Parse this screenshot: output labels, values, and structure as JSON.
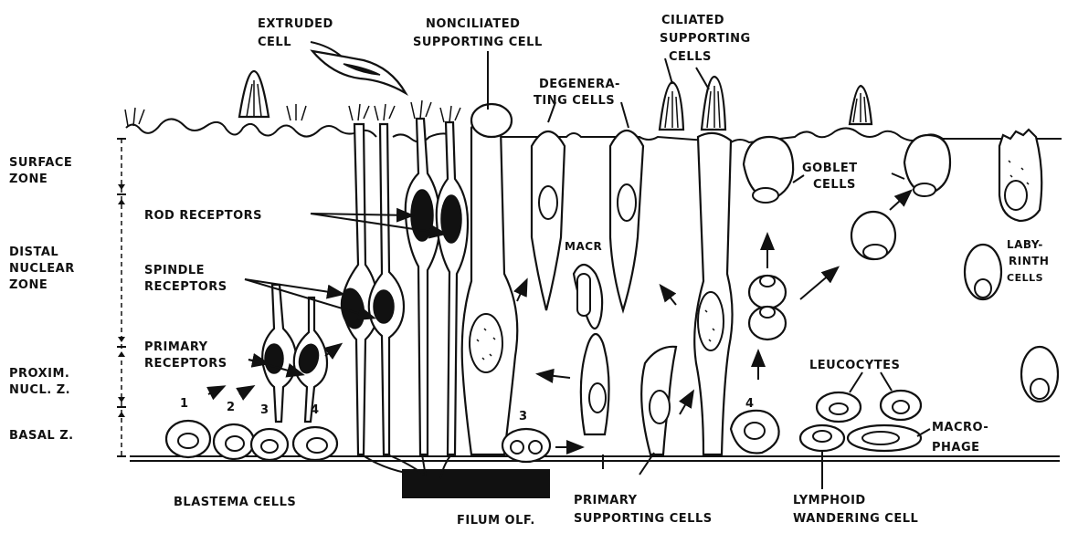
{
  "labels": {
    "extruded_cell": [
      "EXTRUDED",
      "CELL"
    ],
    "nonciliated": [
      "NONCILIATED",
      "SUPPORTING CELL"
    ],
    "ciliated": [
      "CILIATED",
      "SUPPORTING",
      "CELLS"
    ],
    "degenerating": [
      "DEGENERA-",
      "TING CELLS"
    ],
    "goblet": [
      "GOBLET",
      "CELLS"
    ],
    "labyrinth": [
      "LABY-",
      "RINTH",
      "CELLS"
    ],
    "rod_receptors": "ROD RECEPTORS",
    "spindle_receptors": [
      "SPINDLE",
      "RECEPTORS"
    ],
    "primary_receptors": [
      "PRIMARY",
      "RECEPTORS"
    ],
    "macr": "MACR",
    "leucocytes": "LEUCOCYTES",
    "macrophage": [
      "MACRO-",
      "PHAGE"
    ],
    "blastema_cells": "BLASTEMA CELLS",
    "filum_olf": "FILUM OLF.",
    "primary_supporting": [
      "PRIMARY",
      "SUPPORTING CELLS"
    ],
    "lymphoid": [
      "LYMPHOID",
      "WANDERING CELL"
    ]
  },
  "zones": {
    "surface": [
      "SURFACE",
      "ZONE"
    ],
    "distal": [
      "DISTAL",
      "NUCLEAR",
      "ZONE"
    ],
    "proximal": [
      "PROXIM.",
      "NUCL. Z."
    ],
    "basal": "BASAL Z."
  },
  "numbers": {
    "n1": "1",
    "n2": "2",
    "n3": "3",
    "n4": "4",
    "n3b": "3",
    "n4b": "4"
  }
}
